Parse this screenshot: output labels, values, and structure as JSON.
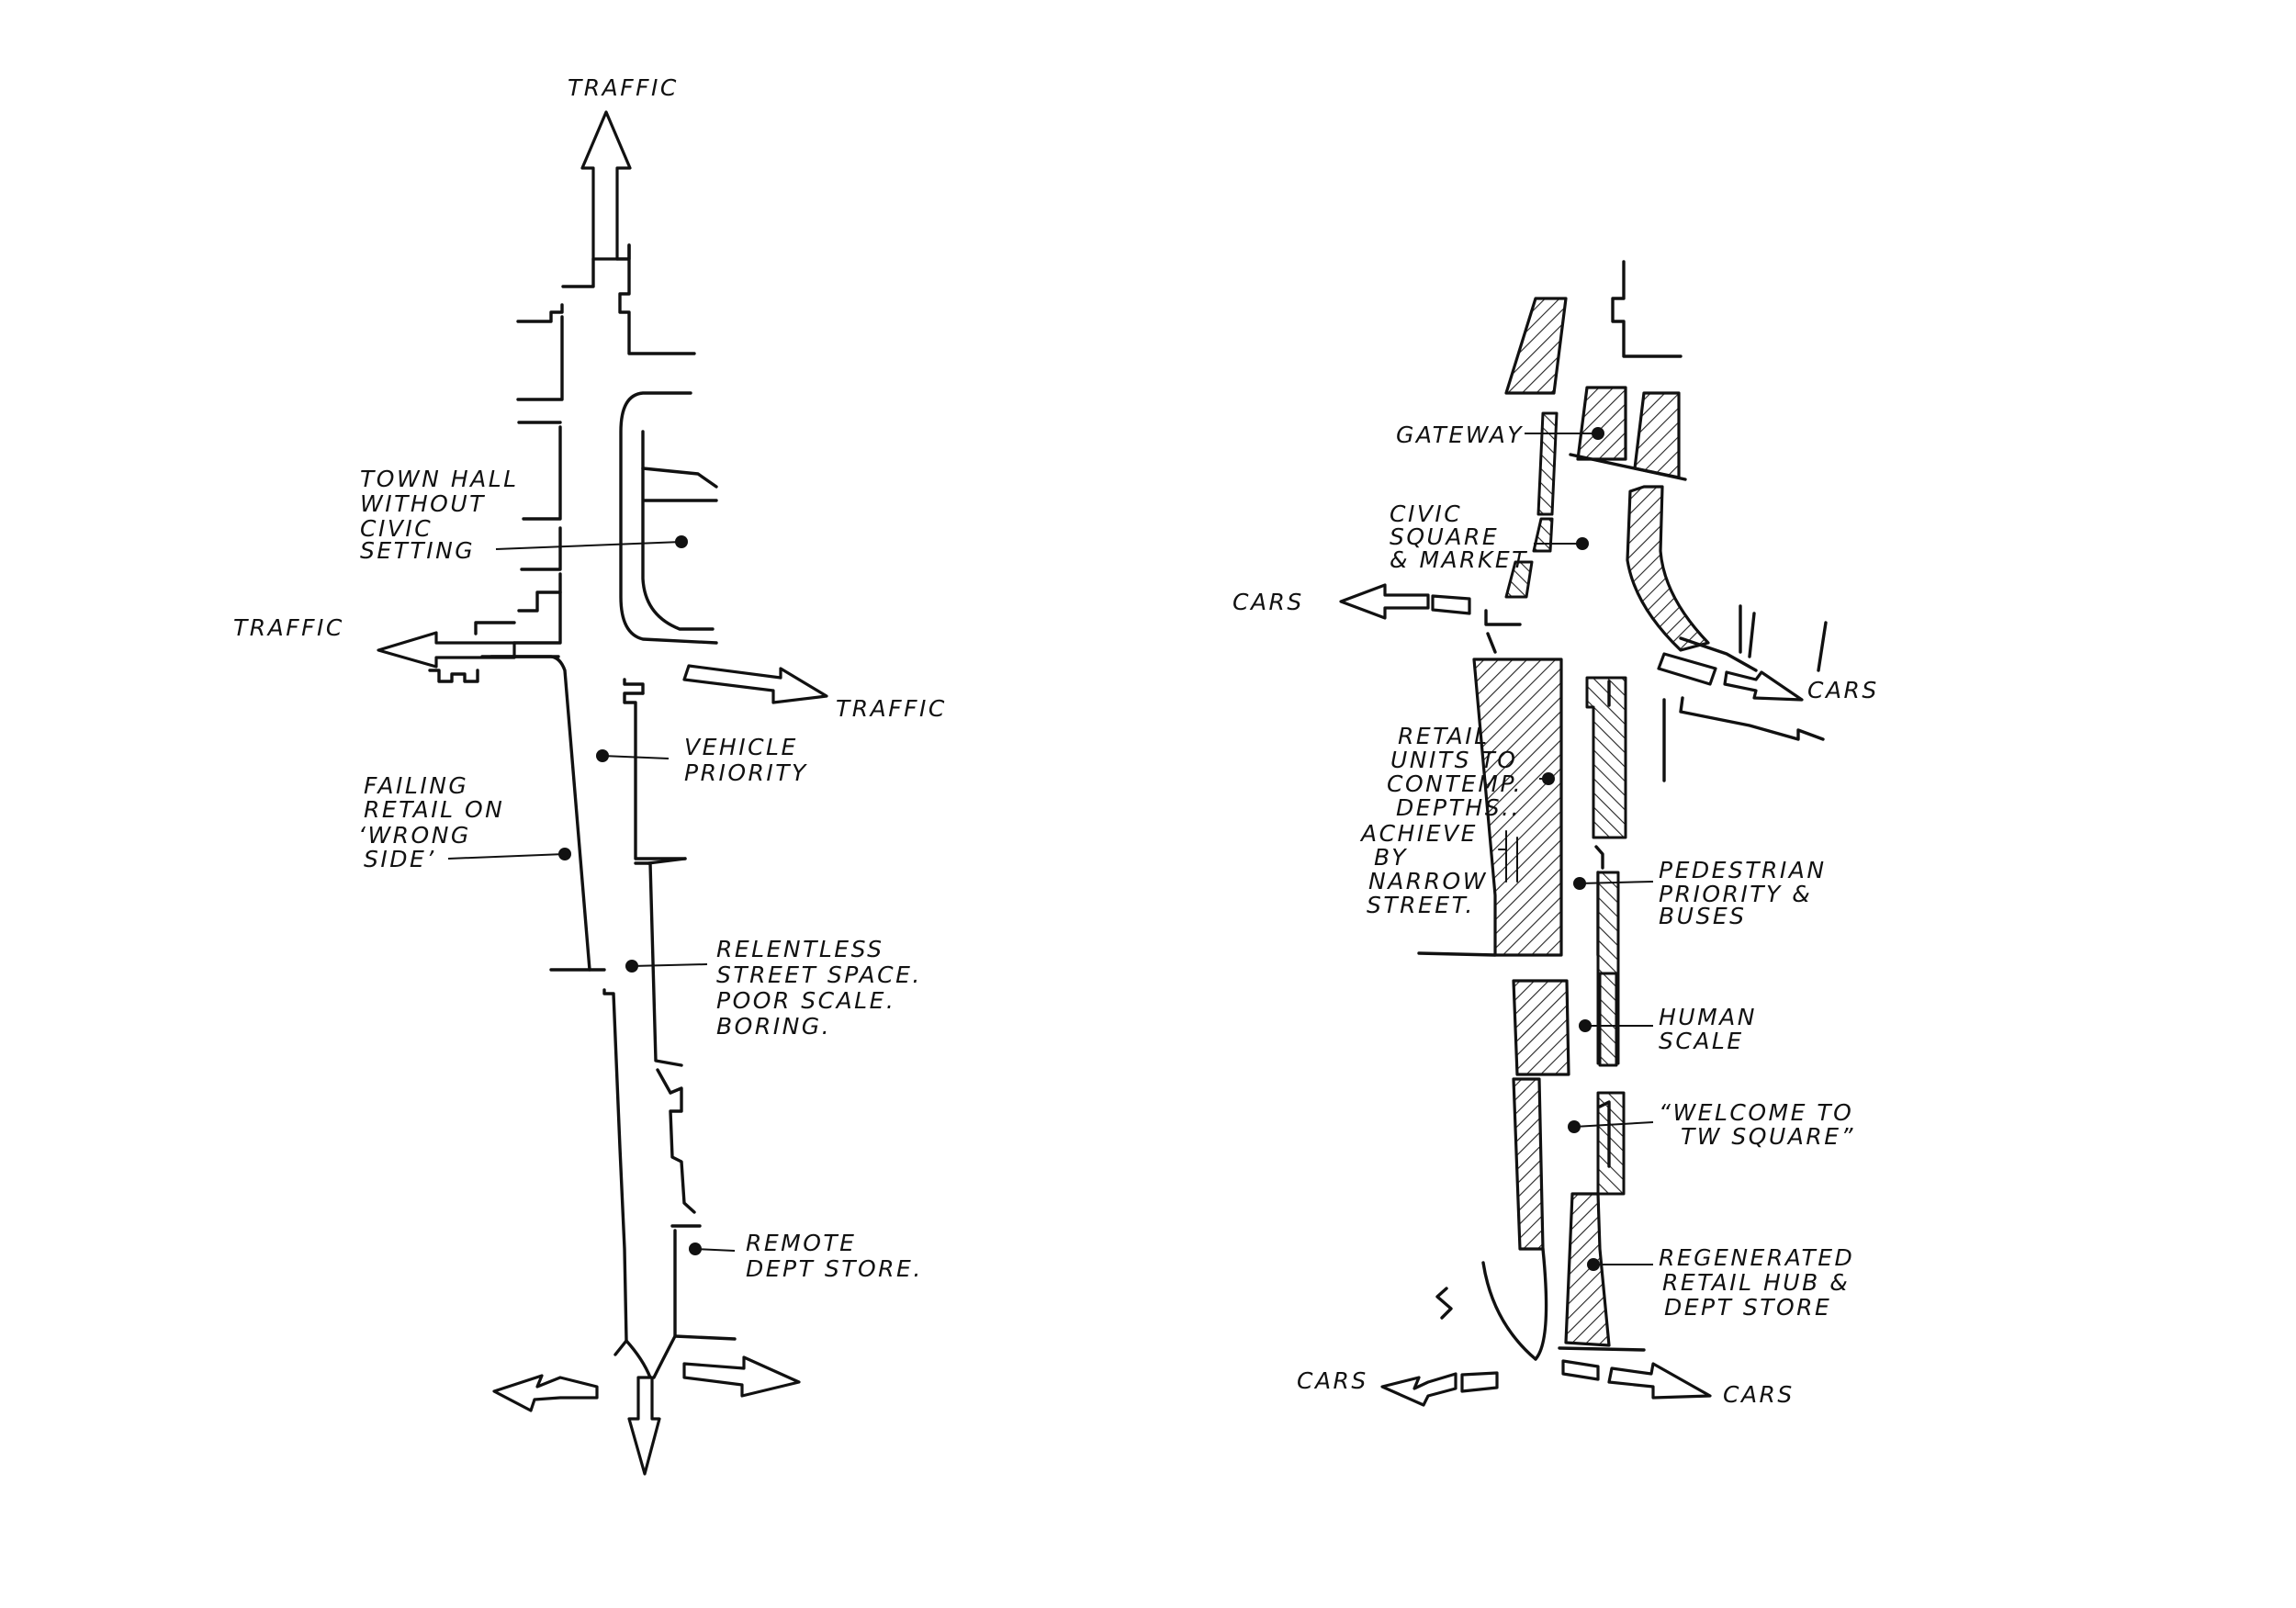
{
  "left_sketch": {
    "traffic_top": "TRAFFIC",
    "traffic_left": "TRAFFIC",
    "traffic_right": "TRAFFIC",
    "town_hall": [
      "TOWN HALL",
      "WITHOUT",
      "CIVIC",
      "SETTING"
    ],
    "vehicle_priority": [
      "VEHICLE",
      "PRIORITY"
    ],
    "failing_retail": [
      "FAILING",
      "RETAIL ON",
      "‘WRONG",
      "SIDE’"
    ],
    "relentless": [
      "RELENTLESS",
      "STREET SPACE.",
      "POOR SCALE.",
      "BORING."
    ],
    "remote_store": [
      "REMOTE",
      "DEPT STORE."
    ]
  },
  "right_sketch": {
    "gateway": "GATEWAY",
    "civic_square": [
      "CIVIC",
      "SQUARE",
      "& MARKET"
    ],
    "cars_left": "CARS",
    "cars_right": "CARS",
    "cars_bottom_left": "CARS",
    "cars_bottom_right": "CARS",
    "retail_units": [
      "RETAIL",
      "UNITS TO",
      "CONTEMP.",
      "DEPTHS.."
    ],
    "achieve": [
      "ACHIEVE",
      "BY",
      "NARROW",
      "STREET."
    ],
    "pedestrian": [
      "PEDESTRIAN",
      "PRIORITY &",
      "BUSES"
    ],
    "human_scale": [
      "HUMAN",
      "SCALE"
    ],
    "welcome": [
      "“WELCOME TO",
      "TW SQUARE”"
    ],
    "regenerated": [
      "REGENERATED",
      "RETAIL HUB &",
      "DEPT STORE"
    ]
  }
}
